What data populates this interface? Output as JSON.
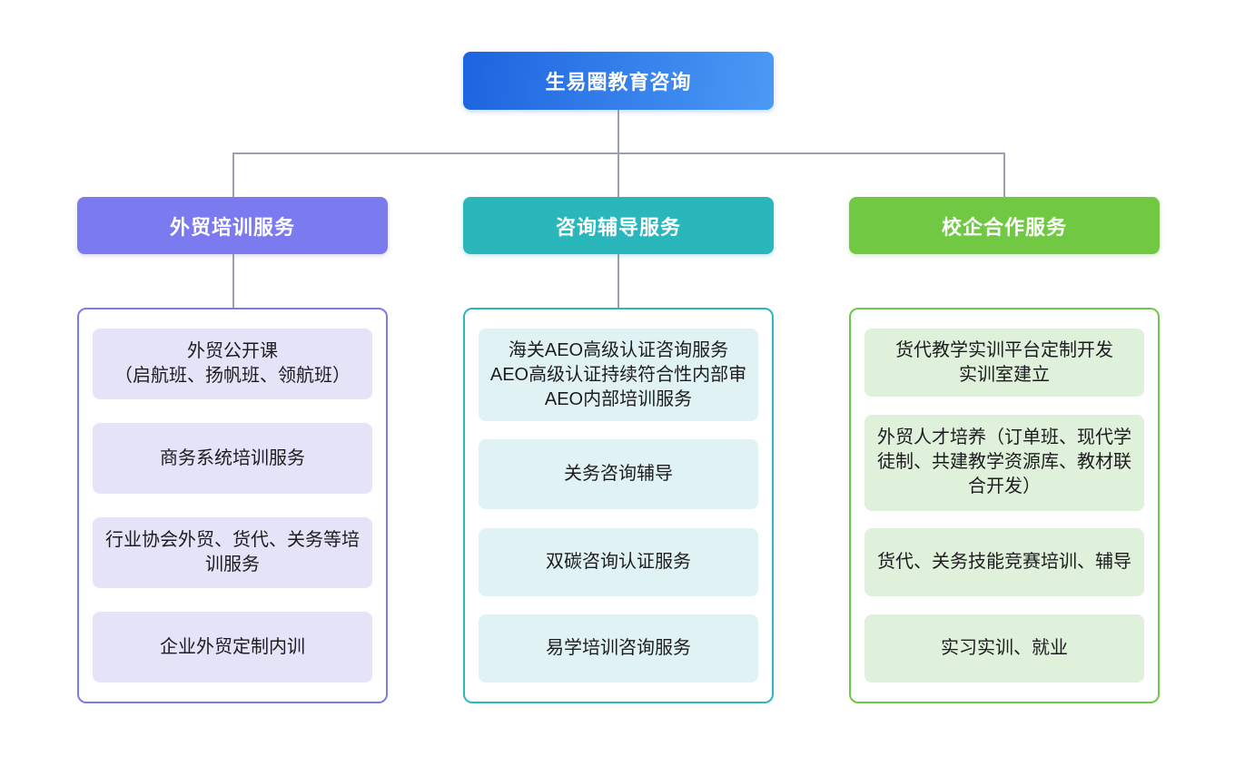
{
  "root": {
    "label": "生易圈教育咨询",
    "gradient_from": "#1E63DF",
    "gradient_to": "#4A9AF5"
  },
  "connector_color": "#9AA0AD",
  "branches": [
    {
      "label": "外贸培训服务",
      "color": "#7B7BEF",
      "item_bg": "#E5E3F8",
      "items": [
        {
          "text": "外贸公开课\n（启航班、扬帆班、领航班）"
        },
        {
          "text": "商务系统培训服务"
        },
        {
          "text": "行业协会外贸、货代、关务等培训服务"
        },
        {
          "text": "企业外贸定制内训"
        }
      ]
    },
    {
      "label": "咨询辅导服务",
      "color": "#29B7BC",
      "item_bg": "#E0F2F4",
      "items": [
        {
          "text": "海关AEO高级认证咨询服务\nAEO高级认证持续符合性内部审\nAEO内部培训服务"
        },
        {
          "text": "关务咨询辅导"
        },
        {
          "text": "双碳咨询认证服务"
        },
        {
          "text": "易学培训咨询服务"
        }
      ]
    },
    {
      "label": "校企合作服务",
      "color": "#70C843",
      "item_bg": "#DFF0DB",
      "items": [
        {
          "text": "货代教学实训平台定制开发\n实训室建立"
        },
        {
          "text": "外贸人才培养（订单班、现代学徒制、共建教学资源库、教材联合开发）"
        },
        {
          "text": "货代、关务技能竞赛培训、辅导"
        },
        {
          "text": "实习实训、就业"
        }
      ]
    }
  ]
}
